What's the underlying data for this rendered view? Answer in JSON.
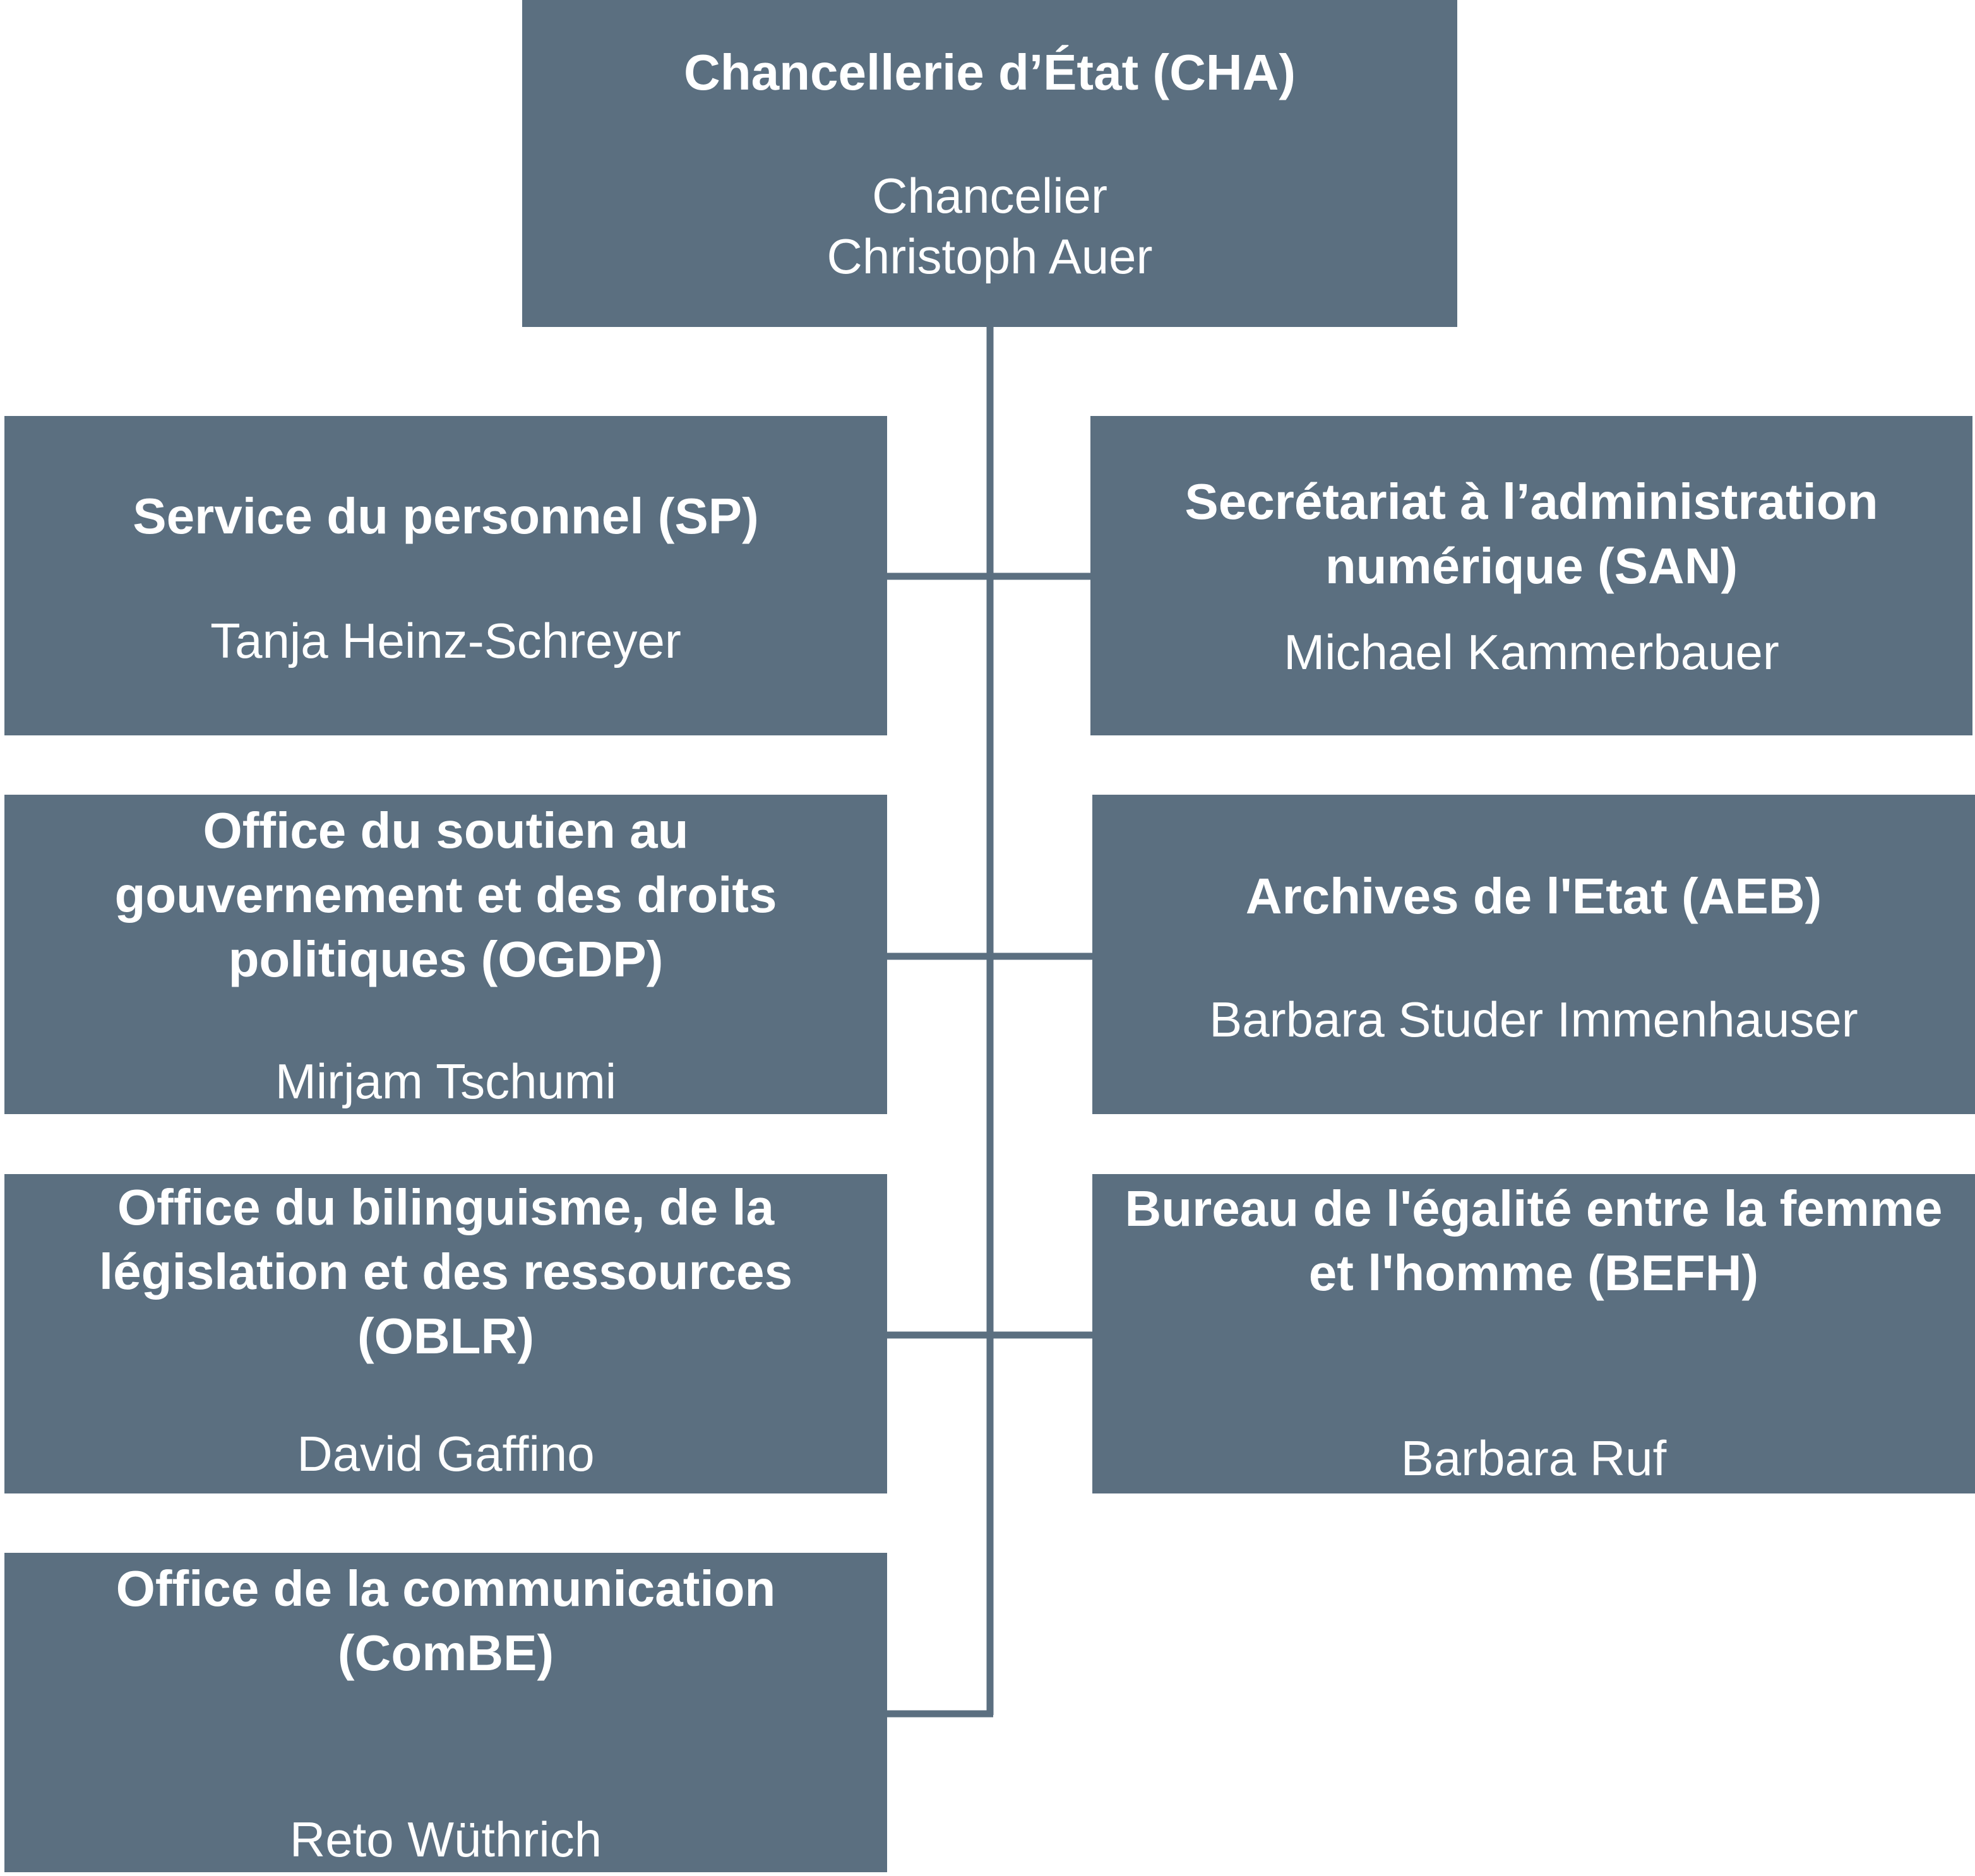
{
  "colors": {
    "box_fill": "#5b6f80",
    "connector": "#5b6f80",
    "text": "#ffffff",
    "background": "#ffffff"
  },
  "root": {
    "title": "Chancellerie d’État (CHA)",
    "role": "Chancelier",
    "person": "Christoph Auer"
  },
  "units": {
    "sp": {
      "title_lines": [
        "Service du personnel (SP)"
      ],
      "person": "Tanja Heinz-Schreyer"
    },
    "san": {
      "title_lines": [
        "Secrétariat à l’administration",
        "numérique (SAN)"
      ],
      "person": "Michael Kammerbauer"
    },
    "ogdp": {
      "title_lines": [
        "Office du soutien au",
        "gouvernement et des droits",
        "politiques (OGDP)"
      ],
      "person": "Mirjam Tschumi"
    },
    "aeb": {
      "title_lines": [
        "Archives de l'Etat (AEB)"
      ],
      "person": "Barbara Studer Immenhauser"
    },
    "oblr": {
      "title_lines": [
        "Office du bilinguisme, de la",
        "législation et des ressources",
        "(OBLR)"
      ],
      "person": "David Gaffino"
    },
    "befh": {
      "title_lines": [
        "Bureau de l'égalité entre la femme",
        "et l'homme (BEFH)"
      ],
      "person": "Barbara Ruf"
    },
    "combe": {
      "title_lines": [
        "Office de la communication",
        "(ComBE)"
      ],
      "person": "Reto Wüthrich"
    }
  }
}
